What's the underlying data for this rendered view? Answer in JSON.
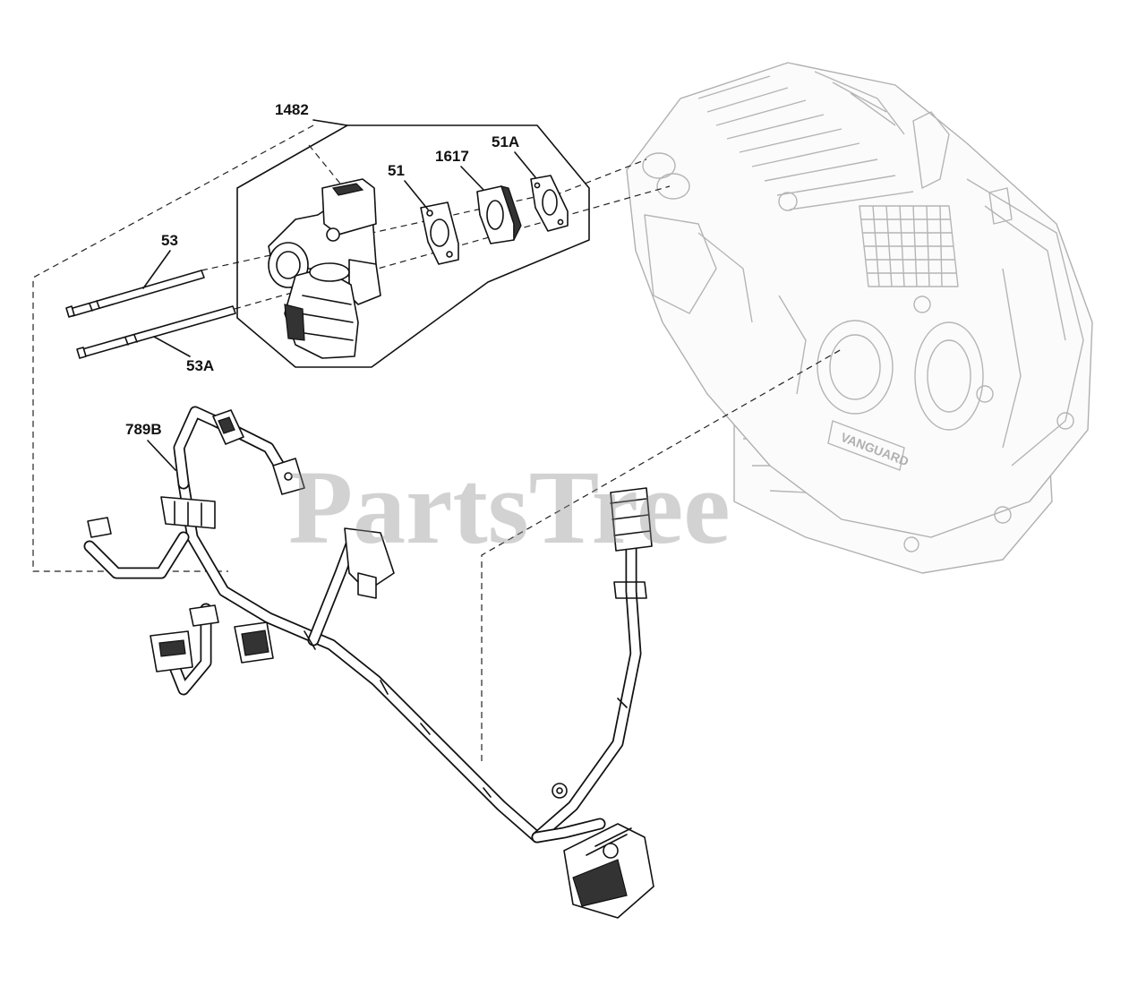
{
  "watermark": "PartsTree",
  "callouts": {
    "throttle_body": "1482",
    "gasket_51": "51",
    "spacer_1617": "1617",
    "gasket_51a": "51A",
    "stud_53": "53",
    "stud_53a": "53A",
    "harness_789b": "789B"
  },
  "engine_brand": "VANGUARD",
  "colors": {
    "line": "#111111",
    "ghost_line": "#b5b5b5",
    "watermark": "#8c8c8c",
    "background": "#ffffff"
  }
}
